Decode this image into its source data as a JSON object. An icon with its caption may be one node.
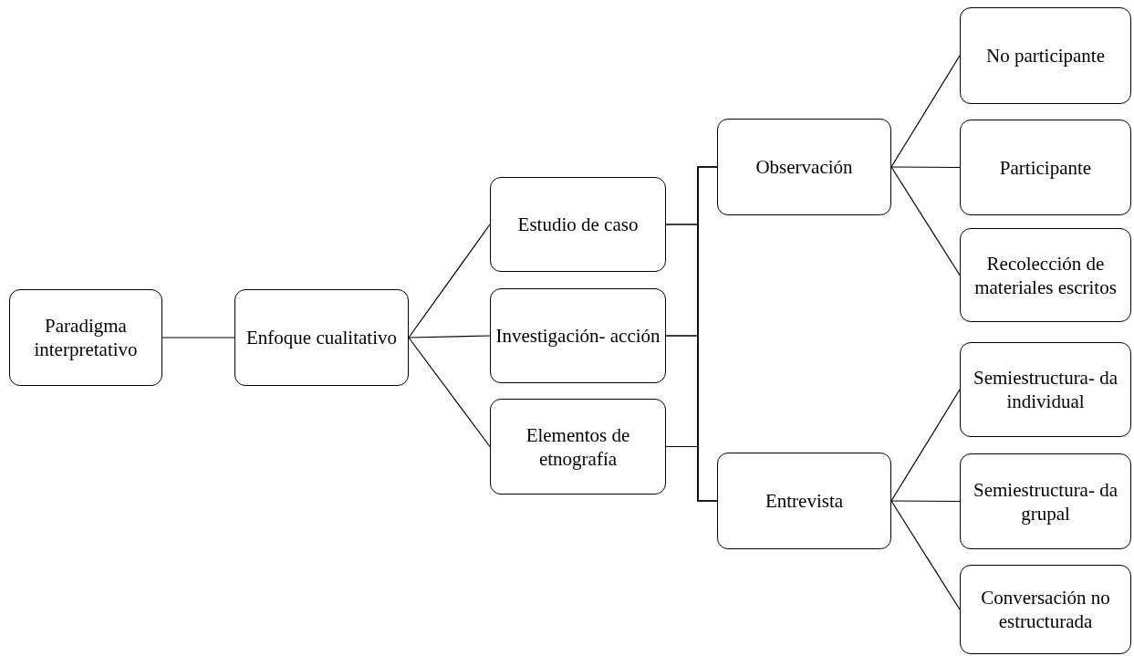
{
  "diagram": {
    "nodes": [
      {
        "text": [
          "Paradigma interpretativo"
        ]
      },
      {
        "text": [
          "Enfoque cualitativo"
        ]
      },
      {
        "text": [
          "Estudio de caso"
        ]
      },
      {
        "text": [
          "Investigación- acción"
        ]
      },
      {
        "text": [
          "Elementos de etnografía"
        ]
      },
      {
        "text": [
          "Observación"
        ]
      },
      {
        "text": [
          "Entrevista"
        ]
      },
      {
        "text": [
          "No participante"
        ]
      },
      {
        "text": [
          "Participante"
        ]
      },
      {
        "text": [
          "Recolección de materiales escritos"
        ]
      },
      {
        "text": [
          "Semiestructura- da individual"
        ]
      },
      {
        "text": [
          "Semiestructura- da grupal"
        ]
      },
      {
        "text": [
          "Conversación no estructurada"
        ]
      }
    ],
    "edges": [
      {
        "from": 0,
        "to": 1,
        "arrow": "none"
      },
      {
        "from": 1,
        "to": 2,
        "arrow": "none"
      },
      {
        "from": 1,
        "to": 3,
        "arrow": "none"
      },
      {
        "from": 1,
        "to": 4,
        "arrow": "none"
      },
      {
        "from": 2,
        "to": 5,
        "arrow": "none"
      },
      {
        "from": 3,
        "to": 5,
        "arrow": "none"
      },
      {
        "from": 4,
        "to": 5,
        "arrow": "none"
      },
      {
        "from": 2,
        "to": 6,
        "arrow": "none"
      },
      {
        "from": 3,
        "to": 6,
        "arrow": "none"
      },
      {
        "from": 4,
        "to": 6,
        "arrow": "none"
      },
      {
        "from": 5,
        "to": 7,
        "arrow": "none"
      },
      {
        "from": 5,
        "to": 8,
        "arrow": "none"
      },
      {
        "from": 5,
        "to": 9,
        "arrow": "none"
      },
      {
        "from": 6,
        "to": 10,
        "arrow": "none"
      },
      {
        "from": 6,
        "to": 11,
        "arrow": "none"
      },
      {
        "from": 6,
        "to": 12,
        "arrow": "none"
      }
    ]
  }
}
